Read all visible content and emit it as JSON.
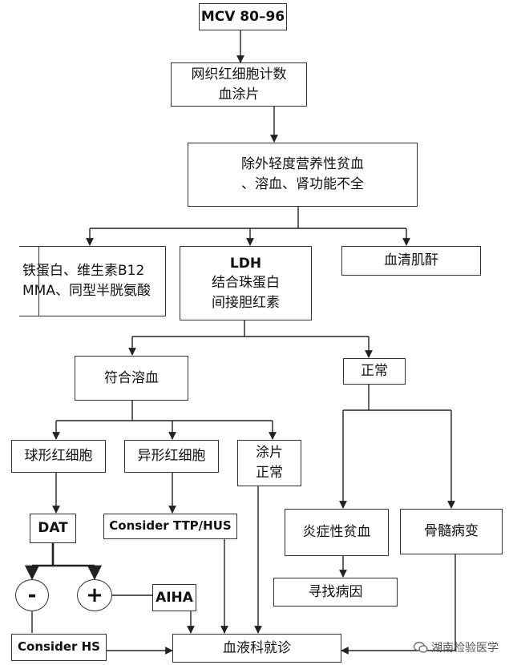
{
  "nodes": {
    "mcv": [
      "MCV 80–96"
    ],
    "retic": [
      "网织红细胞计数",
      "血涂片"
    ],
    "exclude": [
      "除外轻度营养性贫血",
      "、溶血、肾功能不全"
    ],
    "iron": [
      "铁蛋白、维生素B12",
      "MMA、同型半胱氨酸"
    ],
    "ldh": [
      "LDH",
      "结合珠蛋白",
      "间接胆红素"
    ],
    "creatinine": [
      "血清肌酐"
    ],
    "hemolysis": [
      "符合溶血"
    ],
    "normal": [
      "正常"
    ],
    "spherocyte": [
      "球形红细胞"
    ],
    "schistocyte": [
      "异形红细胞"
    ],
    "smear_normal": [
      "涂片",
      "正常"
    ],
    "dat": [
      "DAT"
    ],
    "ttp": [
      "Consider TTP/HUS"
    ],
    "minus": [
      "-"
    ],
    "plus": [
      "+"
    ],
    "aiha": [
      "AIHA"
    ],
    "hs": [
      "Consider HS"
    ],
    "inflammation": [
      "炎症性贫血"
    ],
    "marrow": [
      "骨髓病变"
    ],
    "cause": [
      "寻找病因"
    ],
    "hematology": [
      "血液科就诊"
    ]
  },
  "watermark": "湖南检验医学"
}
